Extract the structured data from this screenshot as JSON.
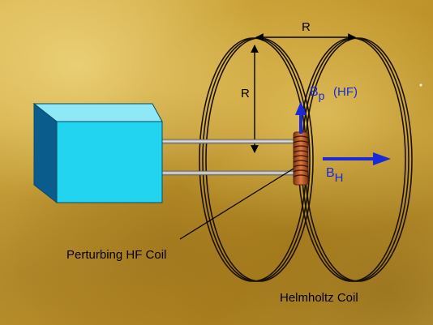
{
  "diagram": {
    "radius_label_top": "R",
    "radius_label_left": "R",
    "bp_main": "B",
    "bp_sub": "p",
    "bp_suffix": "(HF)",
    "bh_main": "B",
    "bh_sub": "H",
    "perturbing_label": "Perturbing HF Coil",
    "helmholtz_label": "Helmholtz Coil"
  },
  "colors": {
    "box_front": "#22d4f0",
    "box_top": "#8ee8f5",
    "box_side": "#0a5c8c",
    "field_arrow": "#1a2ad8",
    "coil_copper": "#c8642a"
  }
}
